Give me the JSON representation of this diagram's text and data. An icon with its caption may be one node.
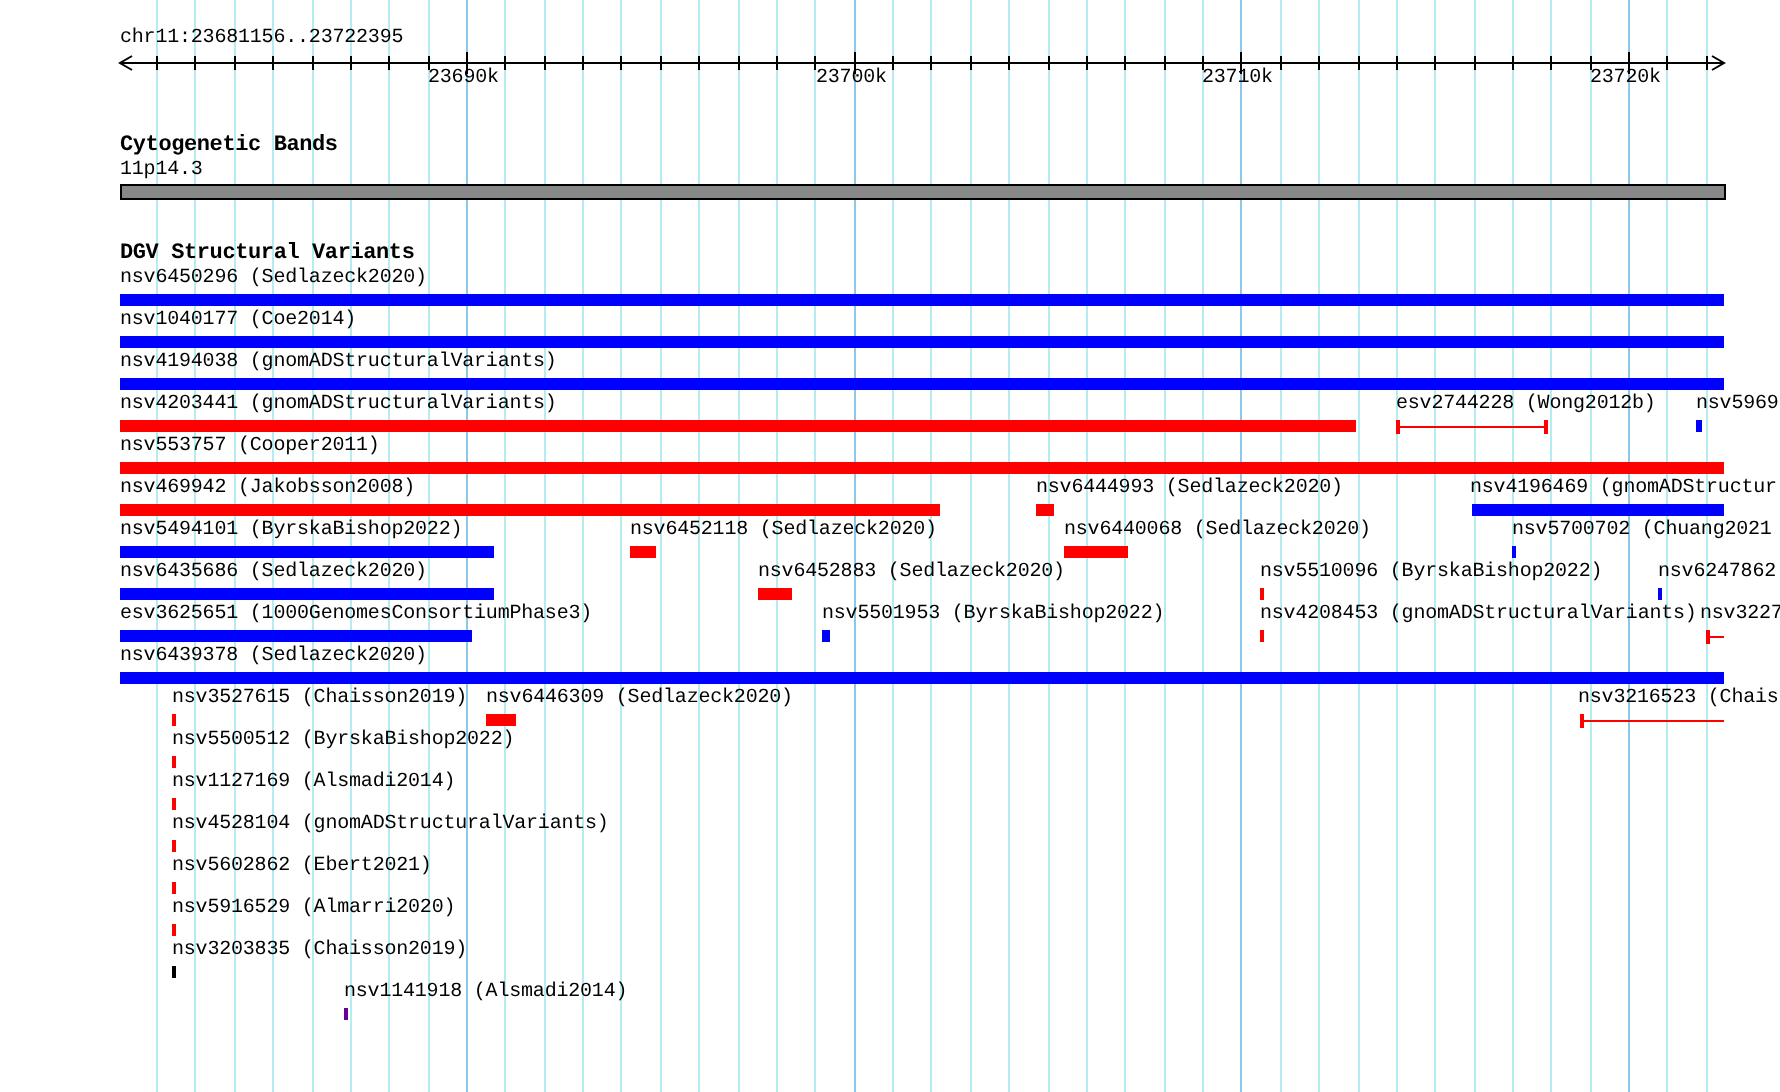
{
  "diagram": {
    "nodes": [
      {
        "text": [
          "11p14.3"
        ]
      },
      {
        "text": [
          "nsv6450296 (Sedlazeck2020)"
        ]
      },
      {
        "text": [
          "nsv1040177 (Coe2014)"
        ]
      },
      {
        "text": [
          "nsv4194038 (gnomADStructuralVariants)"
        ]
      },
      {
        "text": [
          "nsv4203441 (gnomADStructuralVariants)"
        ]
      },
      {
        "text": [
          "esv2744228 (Wong2012b)"
        ]
      },
      {
        "text": [
          "nsv5969"
        ]
      },
      {
        "text": [
          "nsv553757 (Cooper2011)"
        ]
      },
      {
        "text": [
          "nsv469942 (Jakobsson2008)"
        ]
      },
      {
        "text": [
          "nsv6444993 (Sedlazeck2020)"
        ]
      },
      {
        "text": [
          "nsv4196469 (gnomADStructur"
        ]
      },
      {
        "text": [
          "nsv5494101 (ByrskaBishop2022)"
        ]
      },
      {
        "text": [
          "nsv6452118 (Sedlazeck2020)"
        ]
      },
      {
        "text": [
          "nsv6440068 (Sedlazeck2020)"
        ]
      },
      {
        "text": [
          "nsv5700702 (Chuang2021"
        ]
      },
      {
        "text": [
          "nsv6435686 (Sedlazeck2020)"
        ]
      },
      {
        "text": [
          "nsv6452883 (Sedlazeck2020)"
        ]
      },
      {
        "text": [
          "nsv5510096 (ByrskaBishop2022)"
        ]
      },
      {
        "text": [
          "nsv6247862"
        ]
      },
      {
        "text": [
          "esv3625651 (1000GenomesConsortiumPhase3)"
        ]
      },
      {
        "text": [
          "nsv5501953 (ByrskaBishop2022)"
        ]
      },
      {
        "text": [
          "nsv4208453 (gnomADStructuralVariants)"
        ]
      },
      {
        "text": [
          "nsv3227"
        ]
      },
      {
        "text": [
          "nsv6439378 (Sedlazeck2020)"
        ]
      },
      {
        "text": [
          "nsv3527615 (Chaisson2019)"
        ]
      },
      {
        "text": [
          "nsv6446309 (Sedlazeck2020)"
        ]
      },
      {
        "text": [
          "nsv3216523 (Chais"
        ]
      },
      {
        "text": [
          "nsv5500512 (ByrskaBishop2022)"
        ]
      },
      {
        "text": [
          "nsv1127169 (Alsmadi2014)"
        ]
      },
      {
        "text": [
          "nsv4528104 (gnomADStructuralVariants)"
        ]
      },
      {
        "text": [
          "nsv5602862 (Ebert2021)"
        ]
      },
      {
        "text": [
          "nsv5916529 (Almarri2020)"
        ]
      },
      {
        "text": [
          "nsv3203835 (Chaisson2019)"
        ]
      },
      {
        "text": [
          "nsv1141918 (Alsmadi2014)"
        ]
      }
    ],
    "labels": [
      "chr11:23681156..23722395",
      "23690k",
      "23700k",
      "23710k",
      "23720k",
      "Cytogenetic Bands",
      "DGV Structural Variants"
    ]
  }
}
